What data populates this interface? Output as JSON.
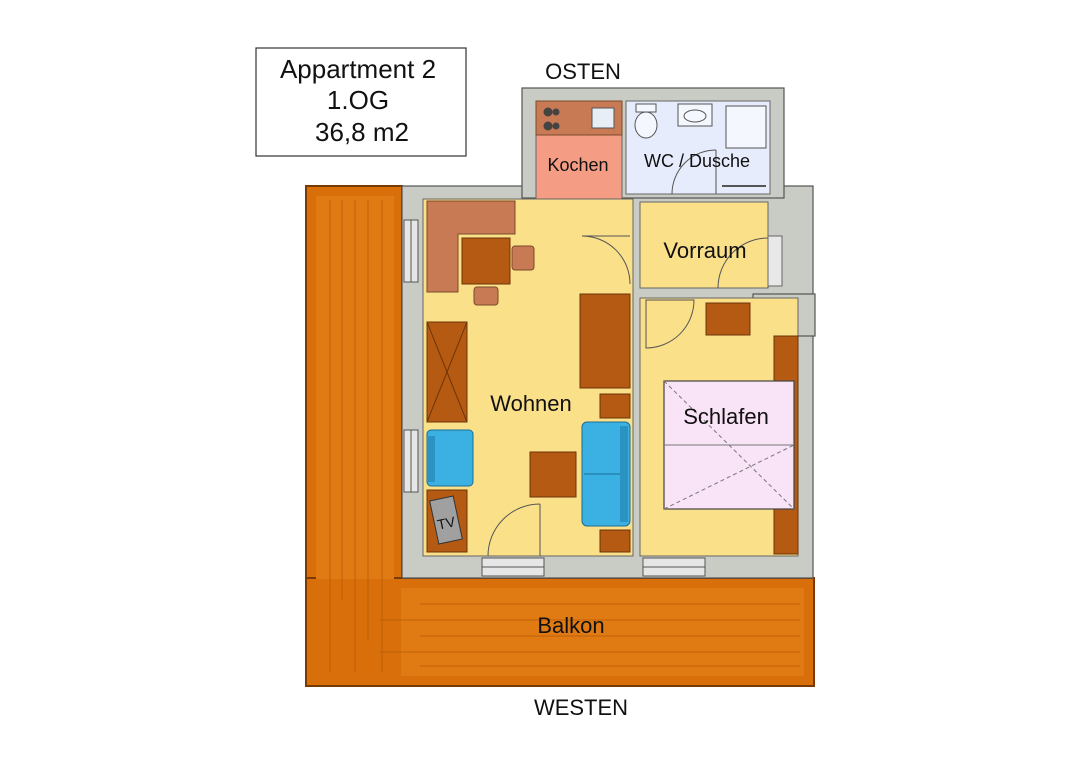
{
  "title_box": {
    "line1": "Appartment 2",
    "line2": "1.OG",
    "line3": "36,8 m2"
  },
  "compass": {
    "top": "OSTEN",
    "bottom": "WESTEN"
  },
  "rooms": {
    "kitchen": "Kochen",
    "bathroom": "WC / Dusche",
    "hallway": "Vorraum",
    "living": "Wohnen",
    "bedroom": "Schlafen",
    "balcony": "Balkon"
  },
  "furniture": {
    "tv": "TV"
  },
  "colors": {
    "balcony": "#d96f0a",
    "living_floor": "#fbe08a",
    "kitchen_floor": "#f49c84",
    "bathroom_floor": "#e6ecfb",
    "wall": "#c9ccc4",
    "furniture_dark": "#b45a12",
    "furniture_light": "#c87a54",
    "sofa": "#3bb0e2",
    "bed": "#f9e3f6"
  }
}
